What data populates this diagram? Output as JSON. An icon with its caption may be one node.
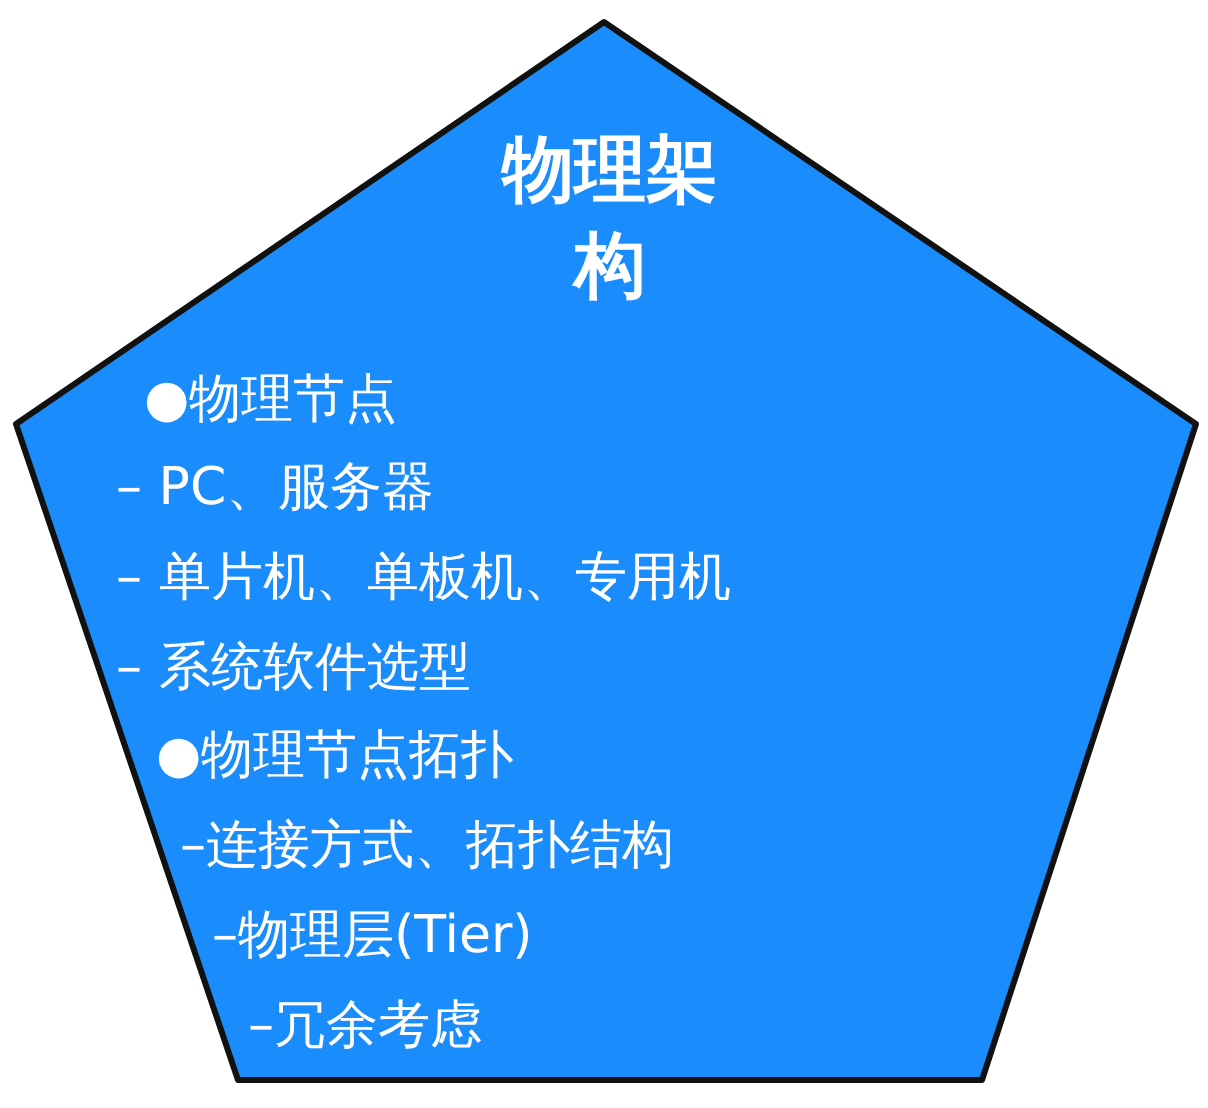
{
  "diagram": {
    "nodes": [
      {
        "text": [
          "物理架构",
          "●物理节点",
          "–  PC、服务器",
          "–  单片机、单板机、专用机",
          "–  系统软件选型",
          "●物理节点拓扑",
          "–连接方式、拓扑结构",
          "–物理层(Tier)",
          "–冗余考虑"
        ]
      }
    ]
  }
}
